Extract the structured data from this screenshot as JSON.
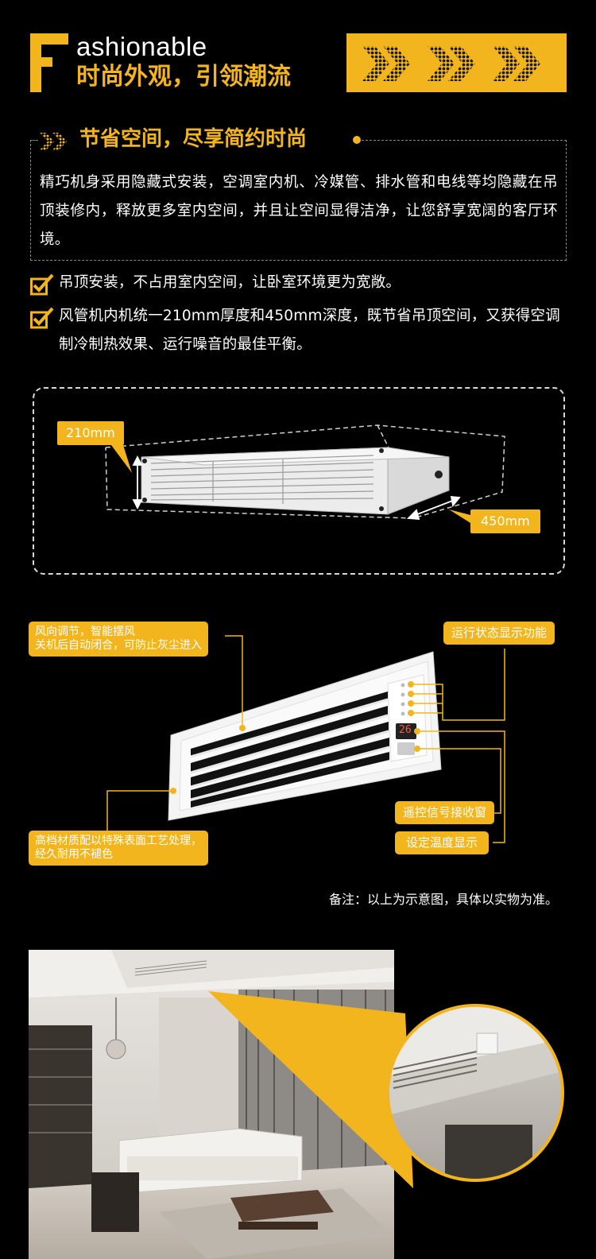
{
  "header": {
    "letter": "F",
    "english": "ashionable",
    "chinese": "时尚外观，引领潮流",
    "arrow_icon": "triple-double-chevron-icon"
  },
  "section1": {
    "title": "节省空间，尽享简约时尚",
    "body": "精巧机身采用隐藏式安装，空调室内机、冷媒管、排水管和电线等均隐藏在吊顶装修内，释放更多室内空间，并且让空间显得洁净，让您舒享宽阔的客厅环境。"
  },
  "bullets": [
    {
      "text": "吊顶安装，不占用室内空间，让卧室环境更为宽敞。"
    },
    {
      "text": "风管机内机统一210mm厚度和450mm深度，既节省吊顶空间，又获得空调制冷制热效果、运行噪音的最佳平衡。"
    }
  ],
  "dimensions": {
    "height_label": "210mm",
    "depth_label": "450mm"
  },
  "features": {
    "air_direction": {
      "line1": "风向调节，智能摆风",
      "line2": "关机后自动闭合，可防止灰尘进入"
    },
    "status_display": "运行状态显示功能",
    "material": {
      "line1": "高档材质配以特殊表面工艺处理，",
      "line2": "经久耐用不褪色"
    },
    "remote_receiver": "遥控信号接收窗",
    "temp_display": "设定温度显示",
    "display_reading": "26"
  },
  "note": "备注：以上为示意图，具体以实物为准。",
  "colors": {
    "accent": "#f2b51e",
    "background": "#000000",
    "text": "#ffffff"
  }
}
